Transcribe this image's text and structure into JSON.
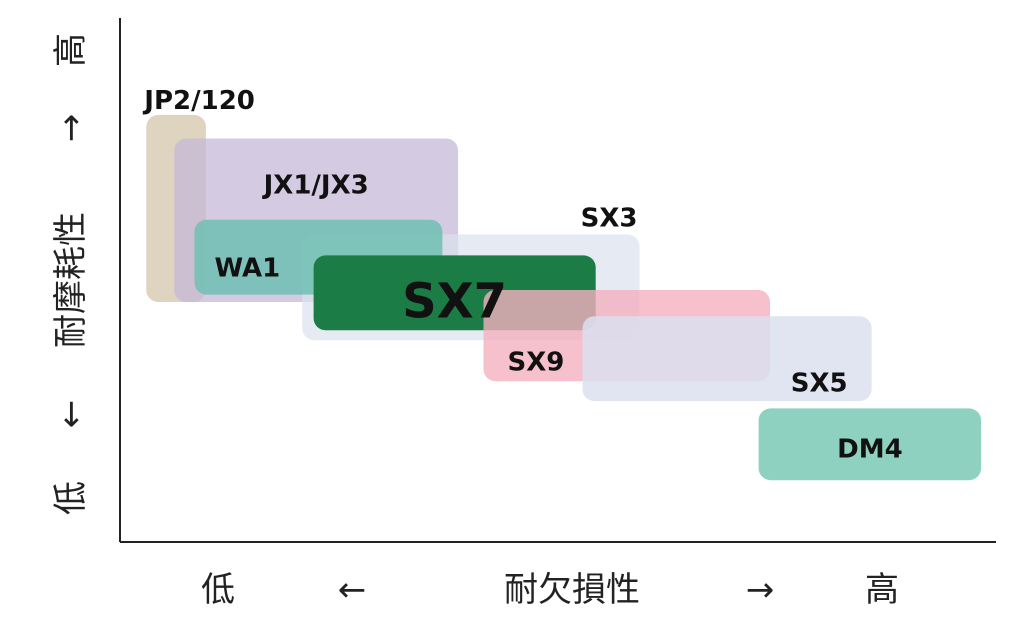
{
  "chart_data": {
    "type": "range-box",
    "xlabel": "耐欠損性",
    "ylabel": "耐摩耗性",
    "x_low": "低",
    "x_high": "高",
    "x_arrow_left": "←",
    "x_arrow_right": "→",
    "y_low": "低",
    "y_high": "高",
    "y_arrow_down": "←",
    "y_arrow_up": "→",
    "xlim": [
      0,
      100
    ],
    "ylim": [
      0,
      100
    ],
    "series": [
      {
        "name": "JP2/120",
        "x0": 3.0,
        "x1": 9.8,
        "y0": 45.8,
        "y1": 81.5,
        "fill": "#d8ccb4",
        "opacity": 0.85,
        "label_color": "#111111"
      },
      {
        "name": "JX1/JX3",
        "x0": 6.2,
        "x1": 38.6,
        "y0": 45.8,
        "y1": 77.0,
        "fill": "#c5b8d8",
        "opacity": 0.75,
        "label_color": "#111111"
      },
      {
        "name": "SX3",
        "x0": 20.8,
        "x1": 59.3,
        "y0": 38.5,
        "y1": 58.7,
        "fill": "#dbe1ee",
        "opacity": 0.7,
        "label_color": "#111111"
      },
      {
        "name": "WA1",
        "x0": 8.5,
        "x1": 36.8,
        "y0": 47.2,
        "y1": 61.5,
        "fill": "#6fbfb3",
        "opacity": 0.85,
        "label_color": "#111111"
      },
      {
        "name": "SX7",
        "x0": 22.1,
        "x1": 54.3,
        "y0": 40.4,
        "y1": 54.7,
        "fill": "#1b7d45",
        "opacity": 1.0,
        "label_color": "#ffffff"
      },
      {
        "name": "SX9",
        "x0": 41.5,
        "x1": 74.2,
        "y0": 30.7,
        "y1": 48.1,
        "fill": "#f4b0bf",
        "opacity": 0.8,
        "label_color": "#111111"
      },
      {
        "name": "SX5",
        "x0": 52.8,
        "x1": 85.8,
        "y0": 26.9,
        "y1": 43.1,
        "fill": "#dcdfee",
        "opacity": 0.85,
        "label_color": "#111111"
      },
      {
        "name": "DM4",
        "x0": 72.9,
        "x1": 98.3,
        "y0": 11.8,
        "y1": 25.5,
        "fill": "#8fd1c0",
        "opacity": 1.0,
        "label_color": "#111111"
      }
    ],
    "grid": false,
    "legend": "none"
  }
}
